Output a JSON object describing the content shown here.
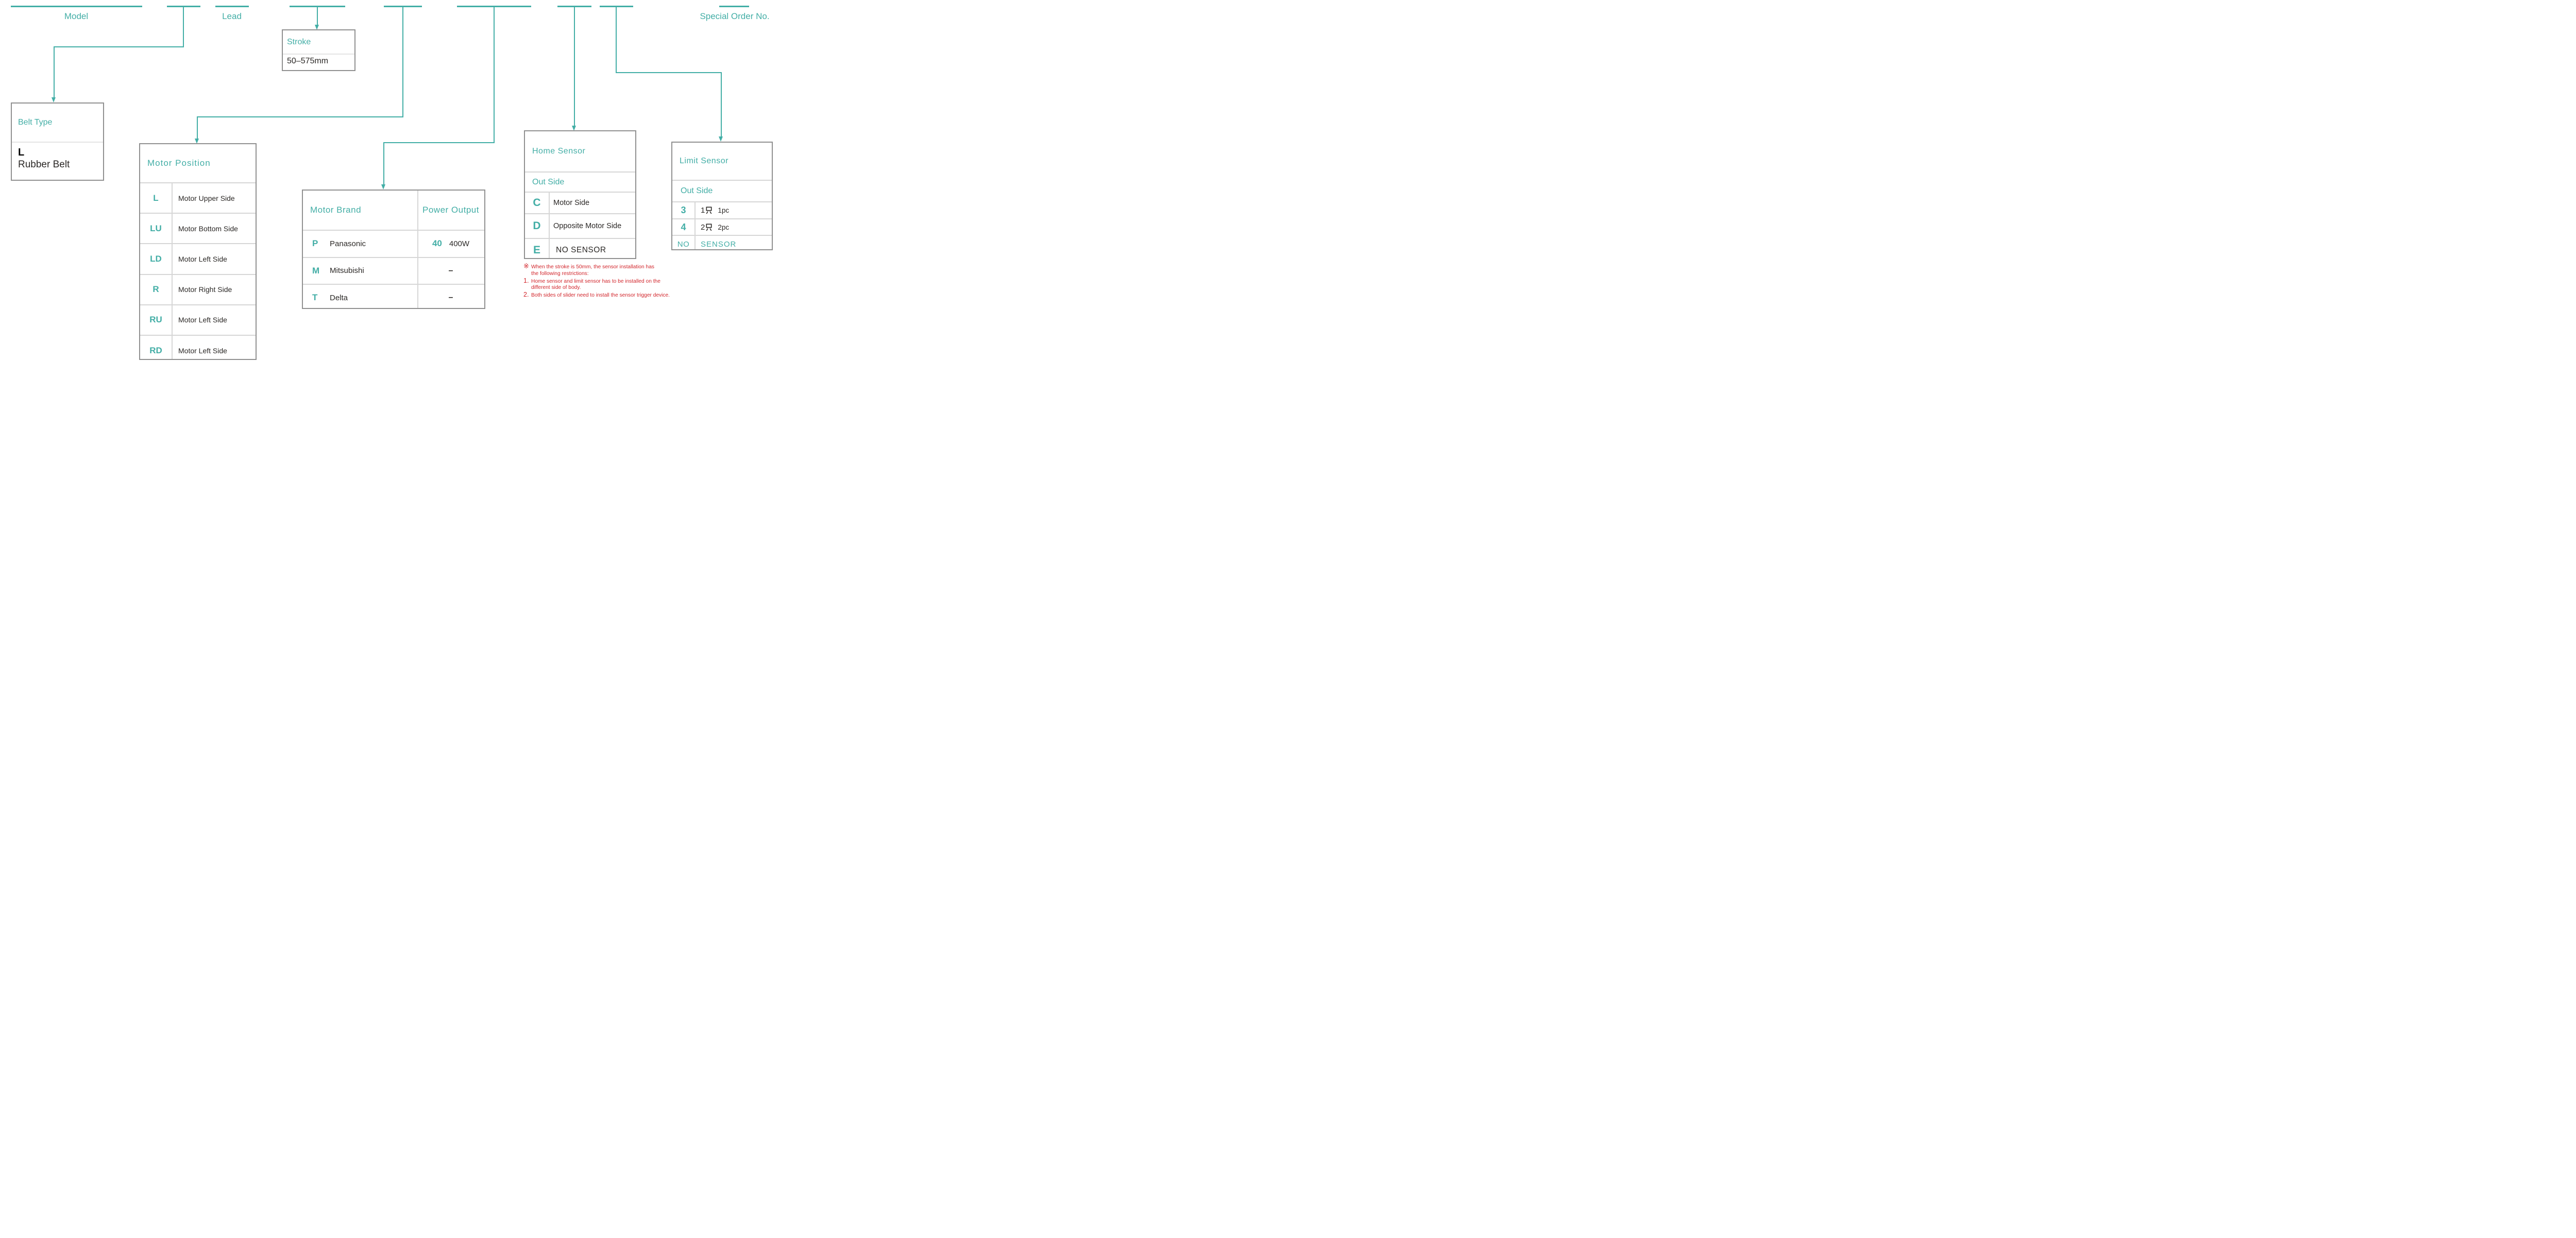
{
  "palette": {
    "teal": "#43AEA6",
    "red": "#D2262C",
    "ink": "#2B2826",
    "border": "#909090",
    "divider": "#D6D6D6",
    "divider_light": "#E4E4E4"
  },
  "top": {
    "model_label": "Model",
    "lead_label": "Lead",
    "special_order_label": "Special Order No."
  },
  "belt_type": {
    "title": "Belt Type",
    "code": "L",
    "description": "Rubber Belt"
  },
  "stroke": {
    "title": "Stroke",
    "range": "50–575mm"
  },
  "motor_position": {
    "title": "Motor Position",
    "rows": [
      {
        "code": "L",
        "description": "Motor Upper Side"
      },
      {
        "code": "LU",
        "description": "Motor Bottom Side"
      },
      {
        "code": "LD",
        "description": "Motor Left Side"
      },
      {
        "code": "R",
        "description": "Motor Right Side"
      },
      {
        "code": "RU",
        "description": "Motor Left Side"
      },
      {
        "code": "RD",
        "description": "Motor Left Side"
      }
    ]
  },
  "motor_brand": {
    "brand_header": "Motor Brand",
    "power_header": "Power Output",
    "rows": [
      {
        "code": "P",
        "name": "Panasonic",
        "power_code": "40",
        "power": "400W"
      },
      {
        "code": "M",
        "name": "Mitsubishi",
        "power_code": "",
        "power": "–"
      },
      {
        "code": "T",
        "name": "Delta",
        "power_code": "",
        "power": "–"
      }
    ]
  },
  "home_sensor": {
    "title": "Home Sensor",
    "subtitle": "Out Side",
    "rows": [
      {
        "code": "C",
        "description": "Motor Side"
      },
      {
        "code": "D",
        "description": "Opposite Motor Side"
      },
      {
        "code": "E",
        "description": "NO SENSOR"
      }
    ]
  },
  "limit_sensor": {
    "title": "Limit Sensor",
    "subtitle": "Out Side",
    "rows": [
      {
        "code": "3",
        "qty_cn": "1只",
        "qty": "1",
        "pcs": "1pc"
      },
      {
        "code": "4",
        "qty_cn": "2只",
        "qty": "2",
        "pcs": "2pc"
      },
      {
        "code": "NO",
        "label": "SENSOR"
      }
    ]
  },
  "note": {
    "lines": [
      {
        "marker": "※",
        "text": "When the stroke is 50mm, the sensor installation has"
      },
      {
        "marker": "",
        "text": "the following restrictions:"
      },
      {
        "marker": "1.",
        "text": "Home sensor and limit sensor has to be installed on the"
      },
      {
        "marker": "",
        "text": "different side of body."
      },
      {
        "marker": "2.",
        "text": "Both sides of slider need to install the sensor trigger device."
      }
    ]
  }
}
